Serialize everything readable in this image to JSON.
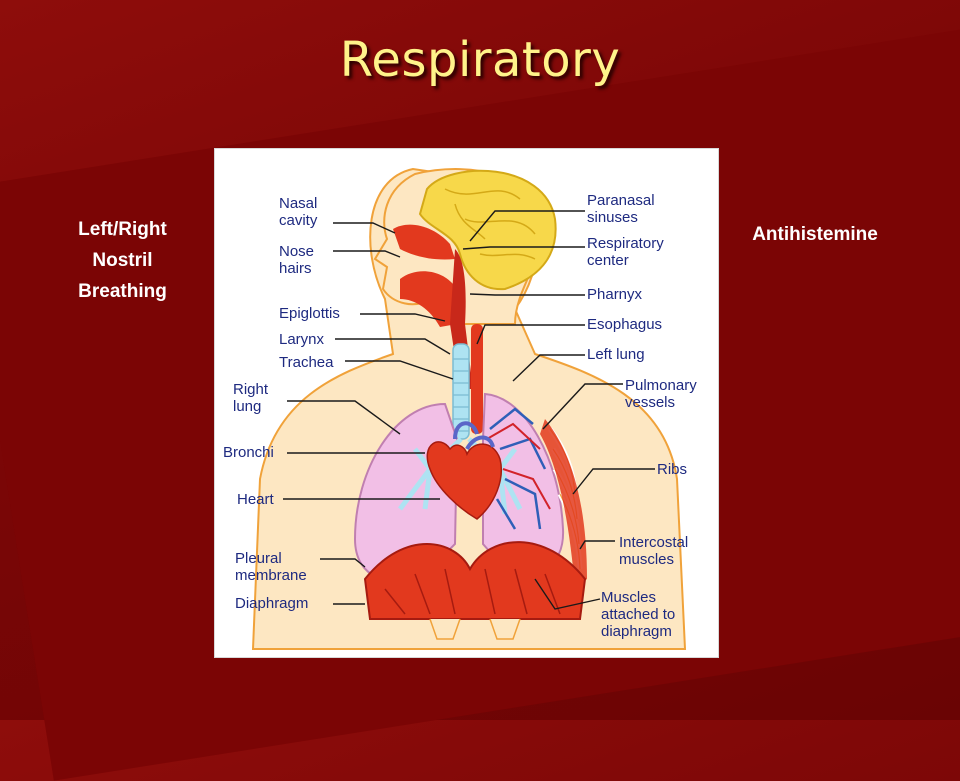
{
  "slide": {
    "title": "Respiratory",
    "left_note": [
      "Left/Right",
      "Nostril",
      "Breathing"
    ],
    "right_note": "Antihistemine"
  },
  "diagram": {
    "labels_left": {
      "nasal_cavity": [
        "Nasal",
        "cavity"
      ],
      "nose_hairs": [
        "Nose",
        "hairs"
      ],
      "epiglottis": "Epiglottis",
      "larynx": "Larynx",
      "trachea": "Trachea",
      "right_lung": [
        "Right",
        "lung"
      ],
      "bronchi": "Bronchi",
      "heart": "Heart",
      "pleural_membrane": [
        "Pleural",
        "membrane"
      ],
      "diaphragm": "Diaphragm"
    },
    "labels_right": {
      "paranasal_sinuses": [
        "Paranasal",
        "sinuses"
      ],
      "respiratory_center": [
        "Respiratory",
        "center"
      ],
      "pharnyx": "Pharnyx",
      "esophagus": "Esophagus",
      "left_lung": "Left lung",
      "pulmonary_vessels": [
        "Pulmonary",
        "vessels"
      ],
      "ribs": "Ribs",
      "intercostal_muscles": [
        "Intercostal",
        "muscles"
      ],
      "muscles_attached": [
        "Muscles",
        "attached to",
        "diaphragm"
      ]
    },
    "colors": {
      "label_text": "#1e2a80",
      "brain": "#f7d84a",
      "skin": "#fde7c2",
      "muscle": "#e2391e",
      "lung": "#f2bfe6",
      "airway": "#aee3f2"
    }
  }
}
